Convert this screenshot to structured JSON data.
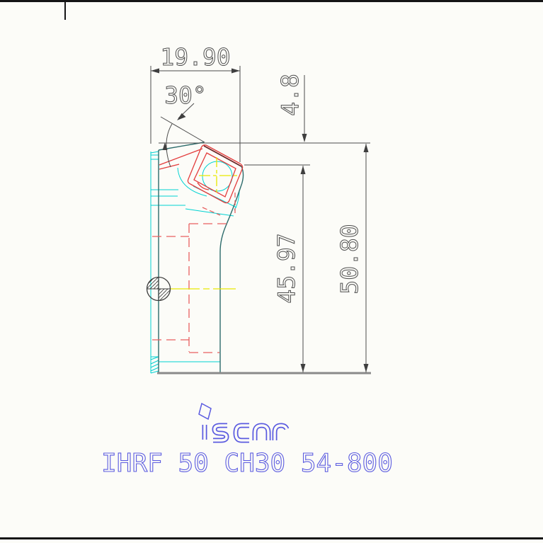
{
  "drawing": {
    "dimensions": {
      "width": "19.90",
      "angle": "30°",
      "offset_top": "4.8",
      "height_to_insert": "45.97",
      "height_total": "50.80"
    },
    "branding": {
      "logo": "iscar",
      "model": "IHRF 50 CH30 54-800"
    },
    "colors": {
      "dimension": "#4d4d4d",
      "body_outline": "#2c6b6b",
      "hidden": "#00d2d2",
      "insert": "#e33c3c",
      "insert_hidden": "#e86060",
      "centerline": "#e8e800",
      "baseline": "#8a8a8a",
      "brand": "#5b5be0",
      "frame": "#151515",
      "symbol": "#3d3d3d"
    }
  }
}
